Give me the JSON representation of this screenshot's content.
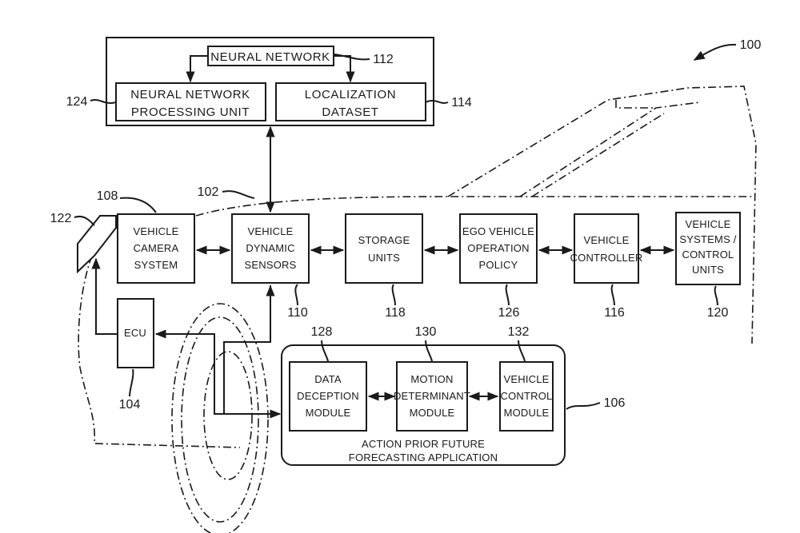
{
  "references": {
    "system": "100",
    "vehicle": "102",
    "ecu": "104",
    "application": "106",
    "camera_system": "108",
    "dynamic_sensors": "110",
    "neural_network": "112",
    "localization_dataset": "114",
    "vehicle_controller": "116",
    "storage_units": "118",
    "systems_control_units": "120",
    "camera": "122",
    "nn_processing_unit": "124",
    "ego_vehicle_policy": "126",
    "data_deception_module": "128",
    "motion_module": "130",
    "vehicle_control_module": "132"
  },
  "neural_network_block": {
    "title": "NEURAL NETWORK",
    "processing_unit": [
      "NEURAL NETWORK",
      "PROCESSING UNIT"
    ],
    "localization_dataset": [
      "LOCALIZATION",
      "DATASET"
    ]
  },
  "vehicle_blocks": {
    "camera_system": [
      "VEHICLE",
      "CAMERA",
      "SYSTEM"
    ],
    "dynamic_sensors": [
      "VEHICLE",
      "DYNAMIC",
      "SENSORS"
    ],
    "storage_units": [
      "STORAGE",
      "UNITS"
    ],
    "ego_vehicle_policy": [
      "EGO VEHICLE",
      "OPERATION",
      "POLICY"
    ],
    "vehicle_controller": [
      "VEHICLE",
      "CONTROLLER"
    ],
    "systems_control_units": [
      "VEHICLE",
      "SYSTEMS /",
      "CONTROL",
      "UNITS"
    ],
    "ecu": "ECU"
  },
  "application": {
    "title": [
      "ACTION PRIOR FUTURE",
      "FORECASTING APPLICATION"
    ],
    "data_deception_module": [
      "DATA",
      "DECEPTION",
      "MODULE"
    ],
    "motion_module": [
      "MOTION",
      "DETERMINANT",
      "MODULE"
    ],
    "vehicle_control_module": [
      "VEHICLE",
      "CONTROL",
      "MODULE"
    ]
  }
}
